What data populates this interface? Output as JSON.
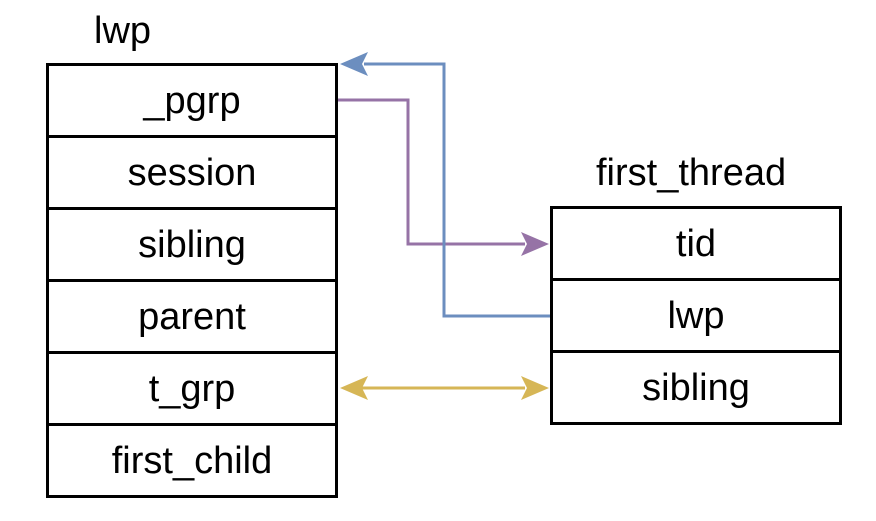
{
  "lwp_struct": {
    "title": "lwp",
    "fields": [
      "_pgrp",
      "session",
      "sibling",
      "parent",
      "t_grp",
      "first_child"
    ]
  },
  "first_thread_struct": {
    "title": "first_thread",
    "fields": [
      "tid",
      "lwp",
      "sibling"
    ]
  },
  "colors": {
    "pgrp_to_tid": "#9673a6",
    "lwp_to_lwp": "#6c8ebf",
    "tgrp_sibling": "#d6b656"
  }
}
